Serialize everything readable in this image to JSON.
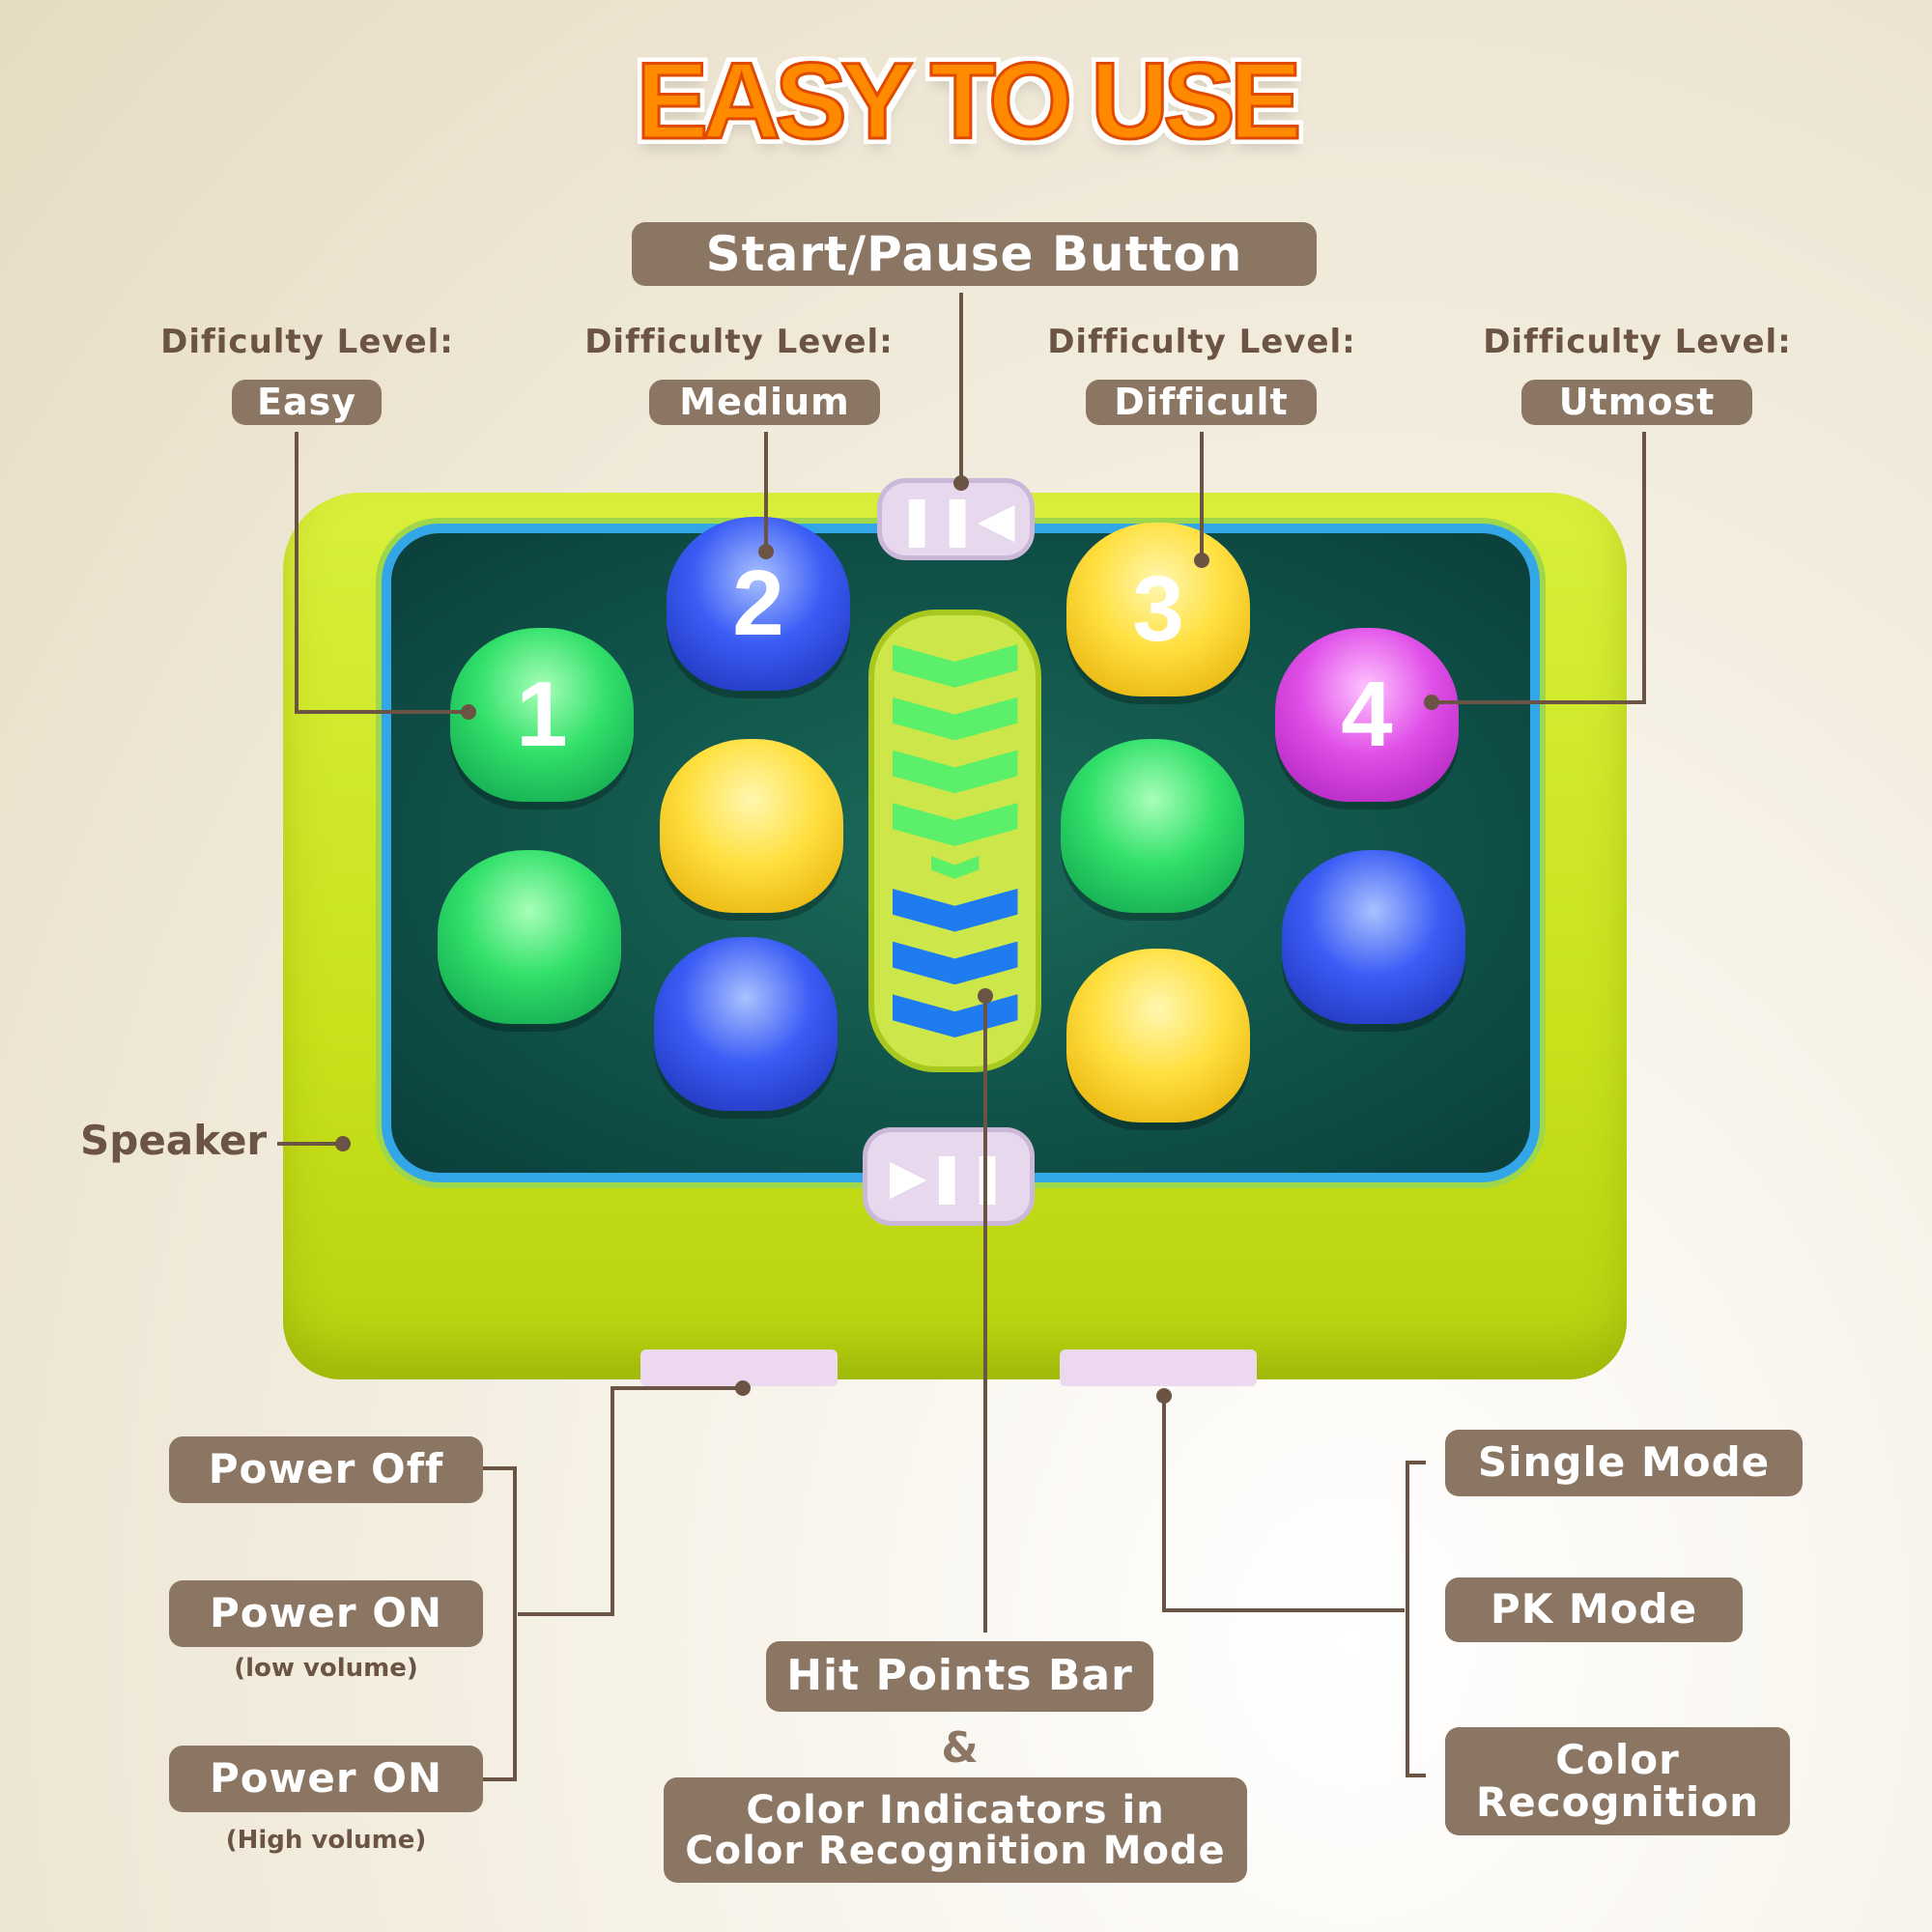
{
  "title": "EASY TO USE",
  "start_pause": "Start/Pause Button",
  "levels": [
    {
      "heading": "Dificulty Level:",
      "value": "Easy"
    },
    {
      "heading": "Difficulty Level:",
      "value": "Medium"
    },
    {
      "heading": "Difficulty Level:",
      "value": "Difficult"
    },
    {
      "heading": "Difficulty Level:",
      "value": "Utmost"
    }
  ],
  "device": {
    "buttons": [
      "1",
      "2",
      "3",
      "4"
    ],
    "top_button_icon": "pause-previous-icon",
    "bottom_button_icon": "play-pause-icon"
  },
  "speaker": "Speaker",
  "power": [
    {
      "label": "Power Off",
      "sub": ""
    },
    {
      "label": "Power ON",
      "sub": "(low volume)"
    },
    {
      "label": "Power ON",
      "sub": "(High volume)"
    }
  ],
  "hit_points": "Hit Points Bar",
  "ampersand": "&",
  "color_indicators": "Color Indicators in Color Recognition Mode",
  "modes": [
    "Single Mode",
    "PK Mode",
    "Color Recognition"
  ],
  "colors": {
    "label_bg": "#8b7563",
    "text": "#6b5444",
    "device": "#c9e21c",
    "title": "#ff8a00"
  }
}
